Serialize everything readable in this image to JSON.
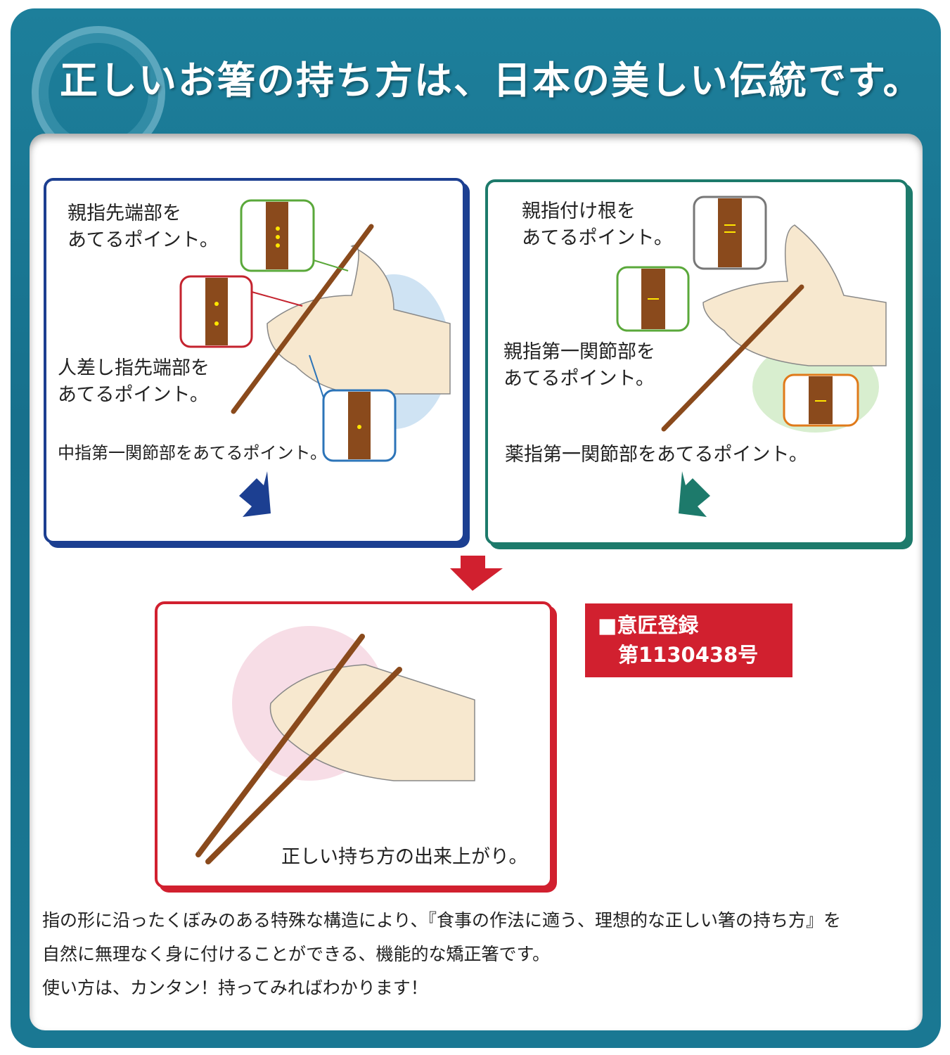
{
  "title": "正しいお箸の持ち方は、日本の美しい伝統です。",
  "left_panel": {
    "thumb_tip": "親指先端部を\nあてるポイント。",
    "index_tip": "人差し指先端部を\nあてるポイント。",
    "middle_joint": "中指第一関節部をあてるポイント。"
  },
  "right_panel": {
    "thumb_base": "親指付け根を\nあてるポイント。",
    "thumb_joint": "親指第一関節部を\nあてるポイント。",
    "ring_joint": "薬指第一関節部をあてるポイント。"
  },
  "result_panel": {
    "caption": "正しい持ち方の出来上がり。"
  },
  "badge": {
    "line1": "■意匠登録",
    "line2": "　第1130438号"
  },
  "description": [
    "指の形に沿ったくぼみのある特殊な構造により、『食事の作法に適う、理想的な正しい箸の持ち方』を",
    "自然に無理なく身に付けることができる、機能的な矯正箸です。",
    "使い方は、カンタン！持ってみればわかります！"
  ],
  "colors": {
    "frame": "#1a7893",
    "blue": "#1c3f91",
    "green": "#1d7a6b",
    "red": "#d1202f",
    "chopstick": "#8a4a1c"
  }
}
